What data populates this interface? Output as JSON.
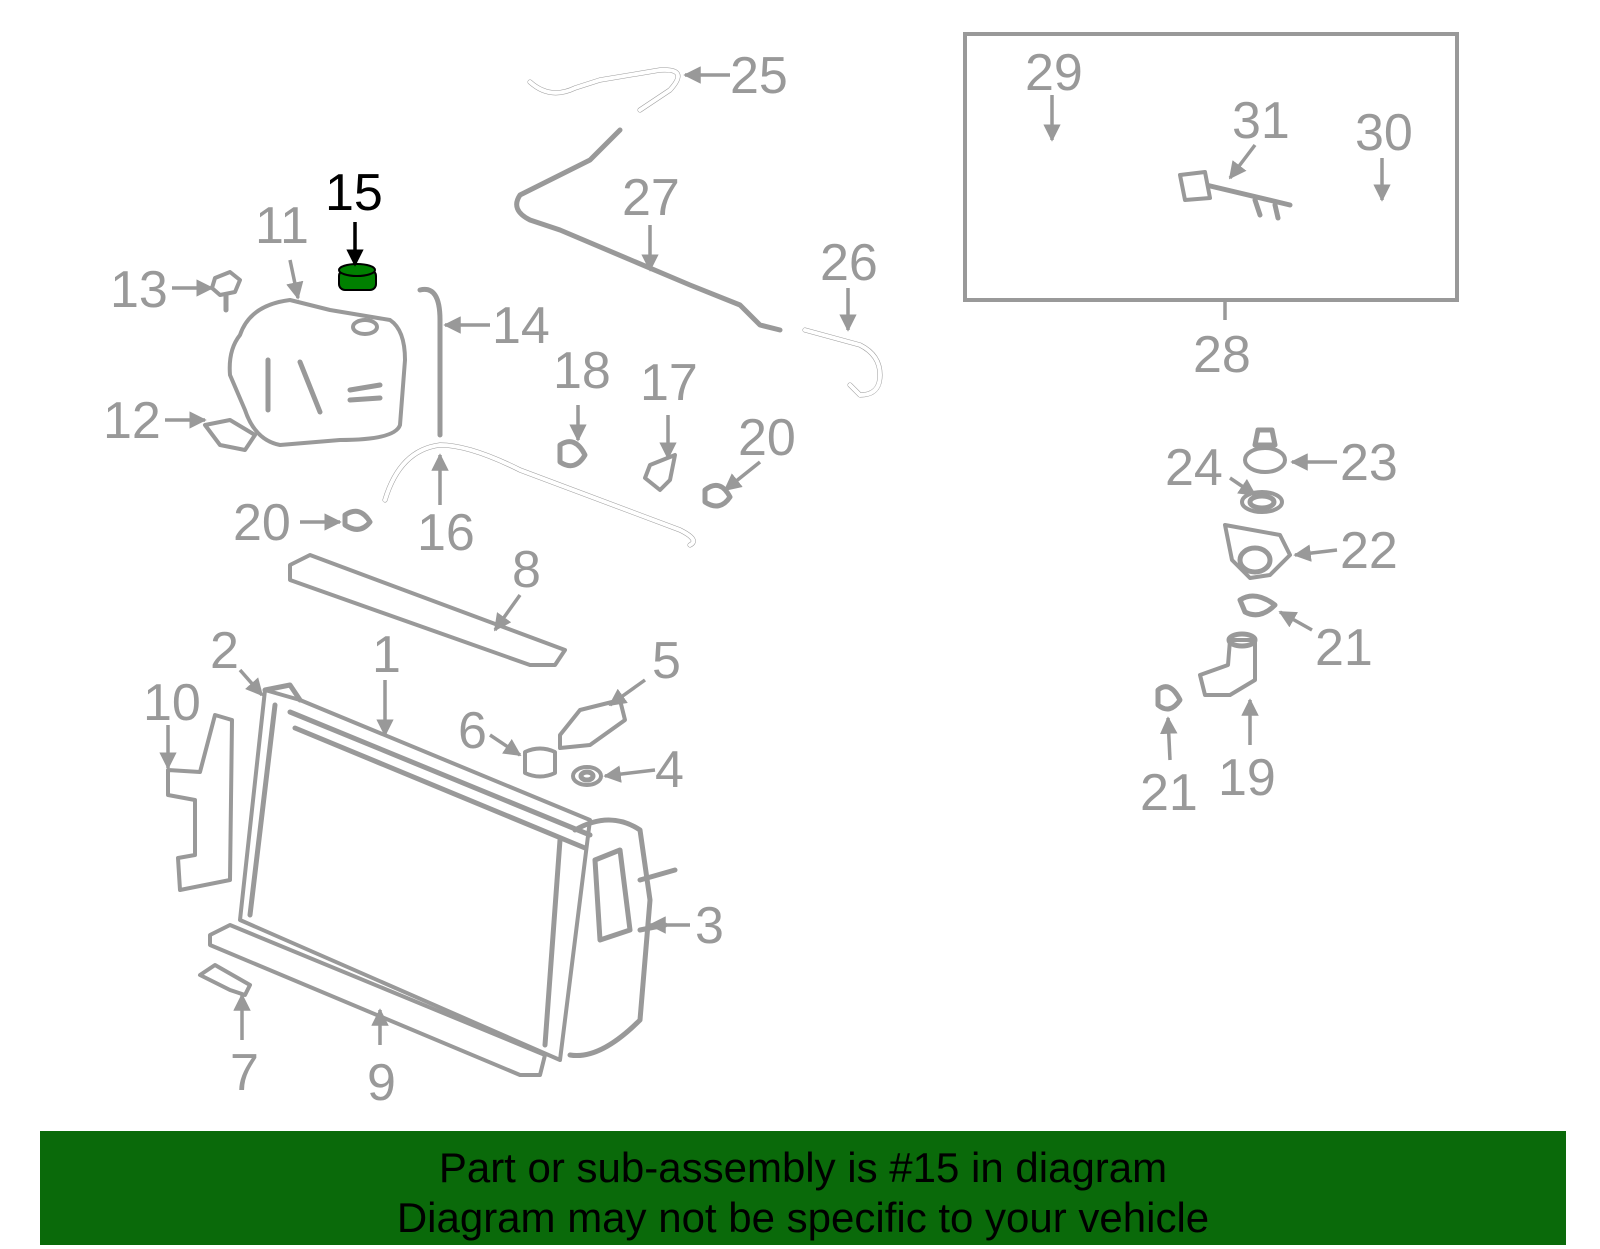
{
  "diagram": {
    "highlight_color": "#008000",
    "part_color": "#999999",
    "callouts": {
      "c1": "1",
      "c2": "2",
      "c3": "3",
      "c4": "4",
      "c5": "5",
      "c6": "6",
      "c7": "7",
      "c8": "8",
      "c9": "9",
      "c10": "10",
      "c11": "11",
      "c12": "12",
      "c13": "13",
      "c14": "14",
      "c15": "15",
      "c16": "16",
      "c17": "17",
      "c18": "18",
      "c19": "19",
      "c20a": "20",
      "c20b": "20",
      "c21a": "21",
      "c21b": "21",
      "c22": "22",
      "c23": "23",
      "c24": "24",
      "c25": "25",
      "c26": "26",
      "c27": "27",
      "c28": "28",
      "c29": "29",
      "c30": "30",
      "c31": "31"
    }
  },
  "banner": {
    "background": "#0a6a0a",
    "line1": "Part or sub-assembly is #15 in diagram",
    "line2": "Diagram may not be specific to your vehicle"
  }
}
